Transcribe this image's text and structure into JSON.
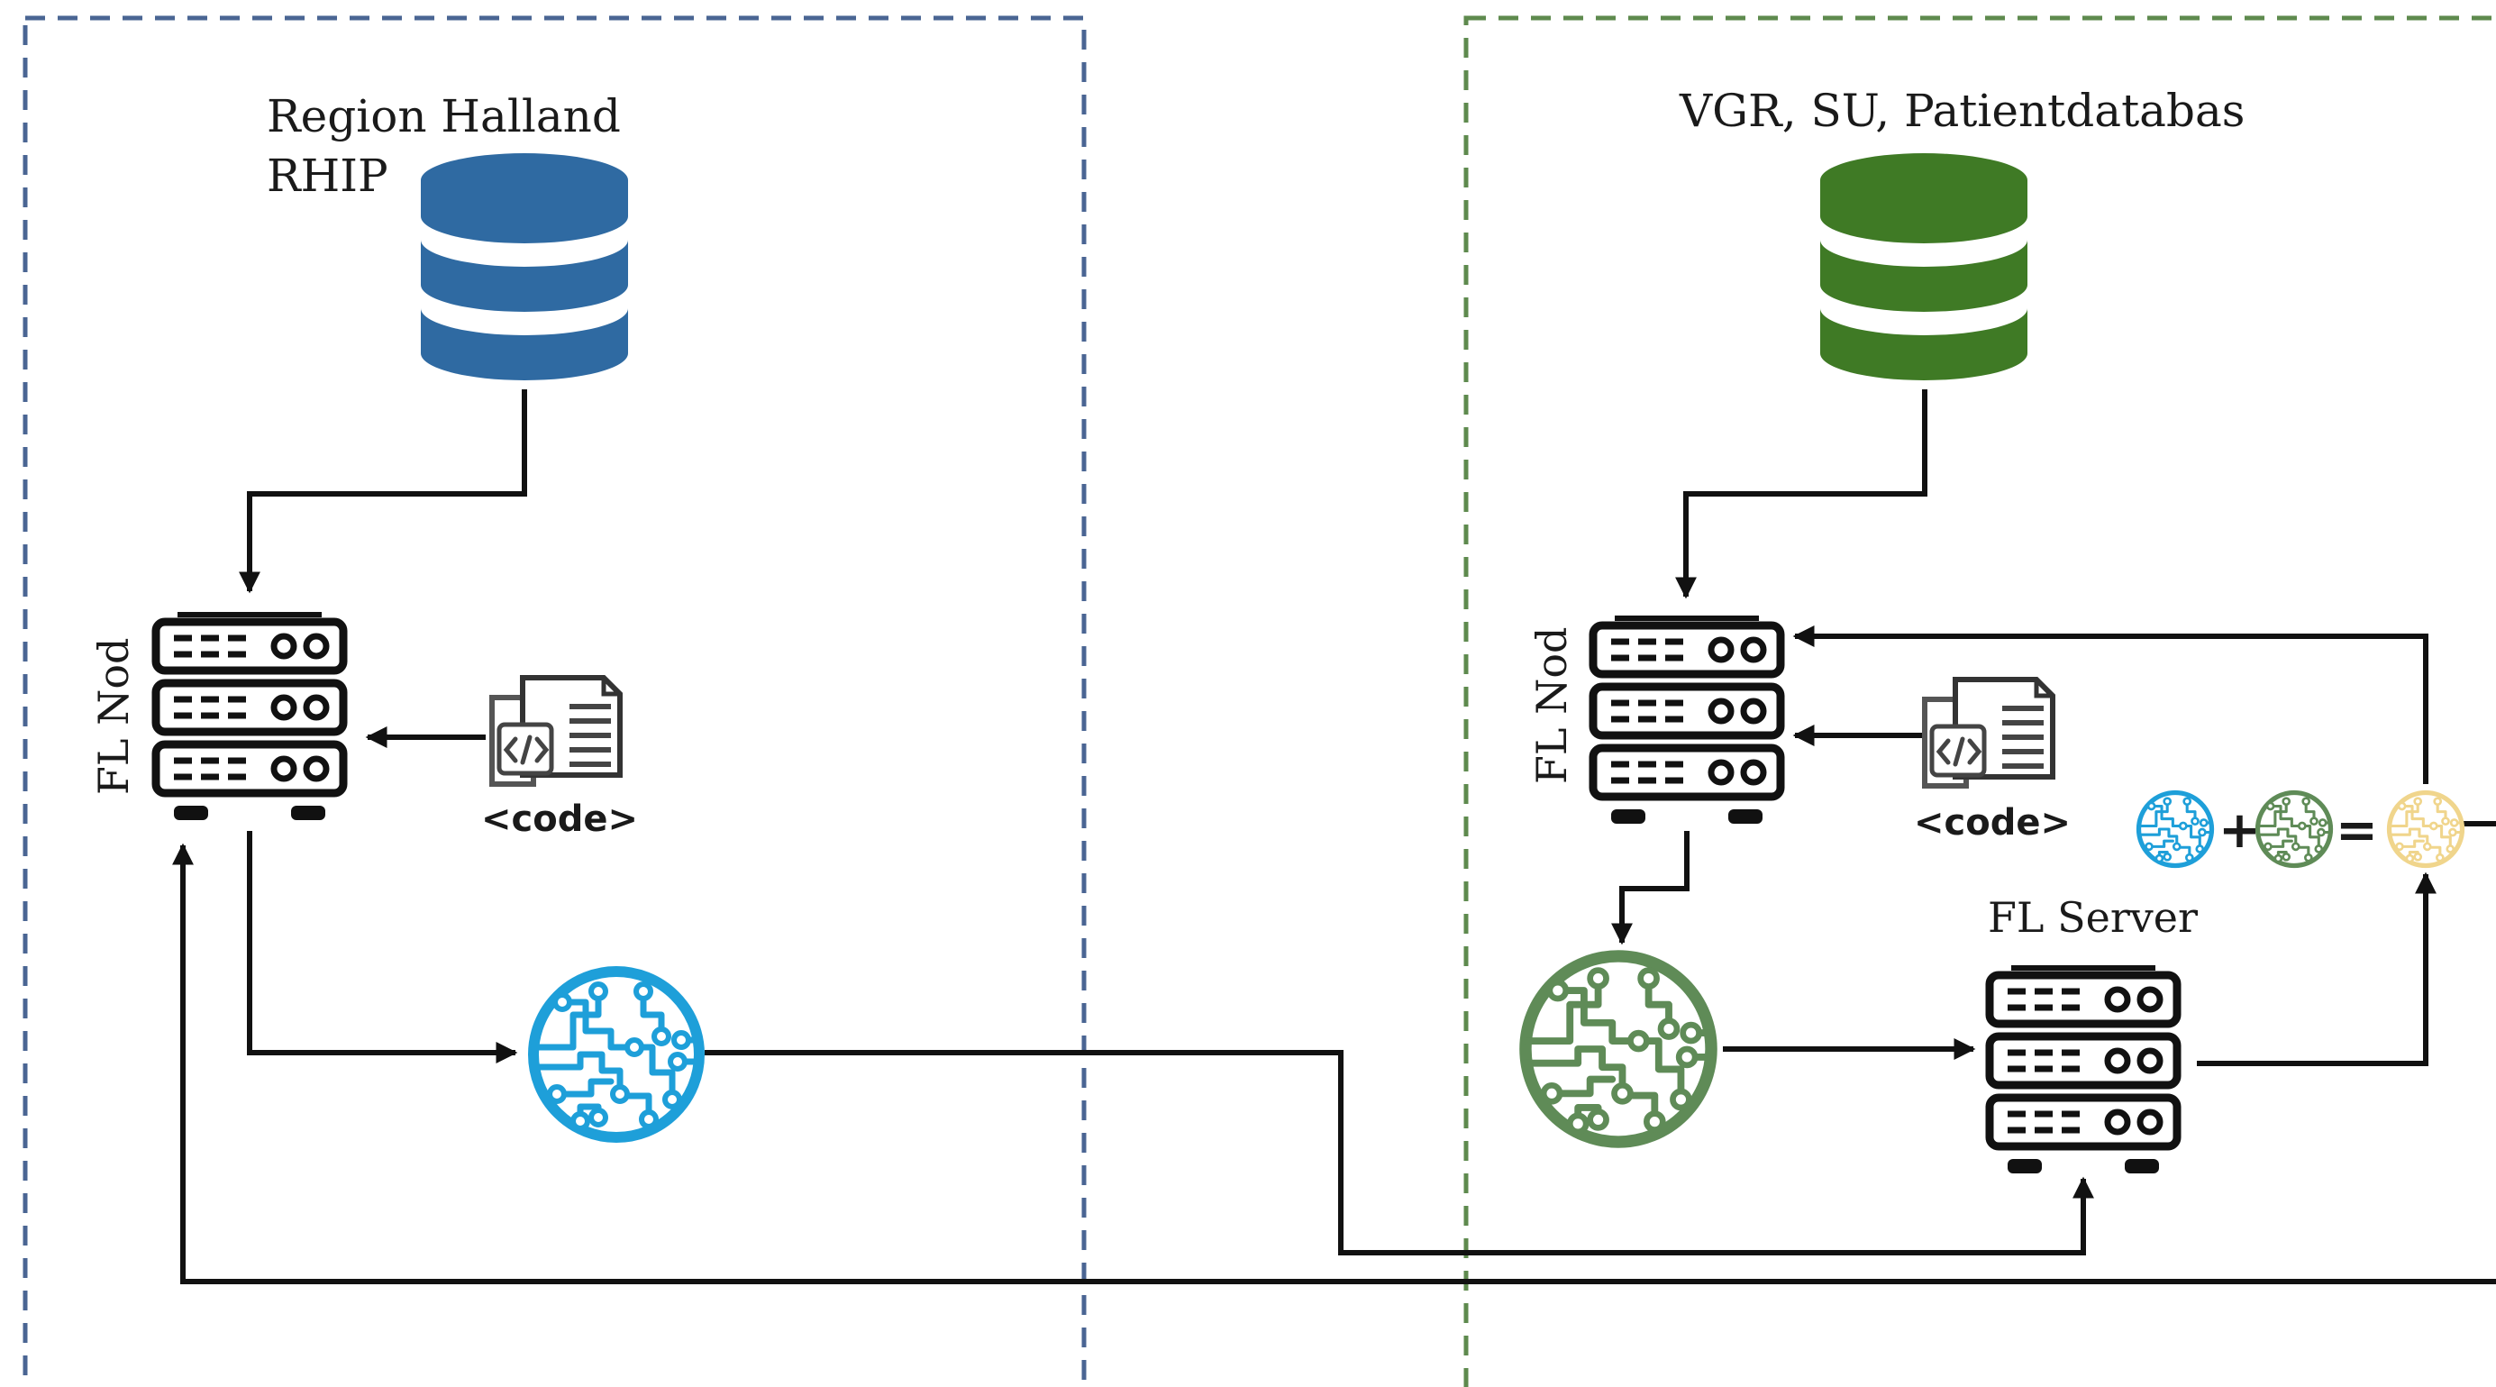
{
  "regions": {
    "left": {
      "title_line1": "Region Halland",
      "title_line2": "RHIP",
      "border_color": "#4a6593"
    },
    "right": {
      "title": "VGR, SU, Patientdatabas",
      "border_color": "#5e8a4e"
    }
  },
  "nodes": {
    "left_node_label": "FL Nod",
    "right_node_label": "FL Nod",
    "server_label": "FL Server"
  },
  "code_label": "<code>",
  "aggregation": {
    "plus": "+",
    "equals": "="
  },
  "colors": {
    "database_left": "#2f6aa2",
    "database_right": "#3f7a25",
    "model_left": "#1e9fd9",
    "model_right": "#5f8b57",
    "model_aggregate": "#f0d58c"
  },
  "icons": [
    "database-icon",
    "server-icon",
    "code-file-icon",
    "neural-model-icon"
  ]
}
